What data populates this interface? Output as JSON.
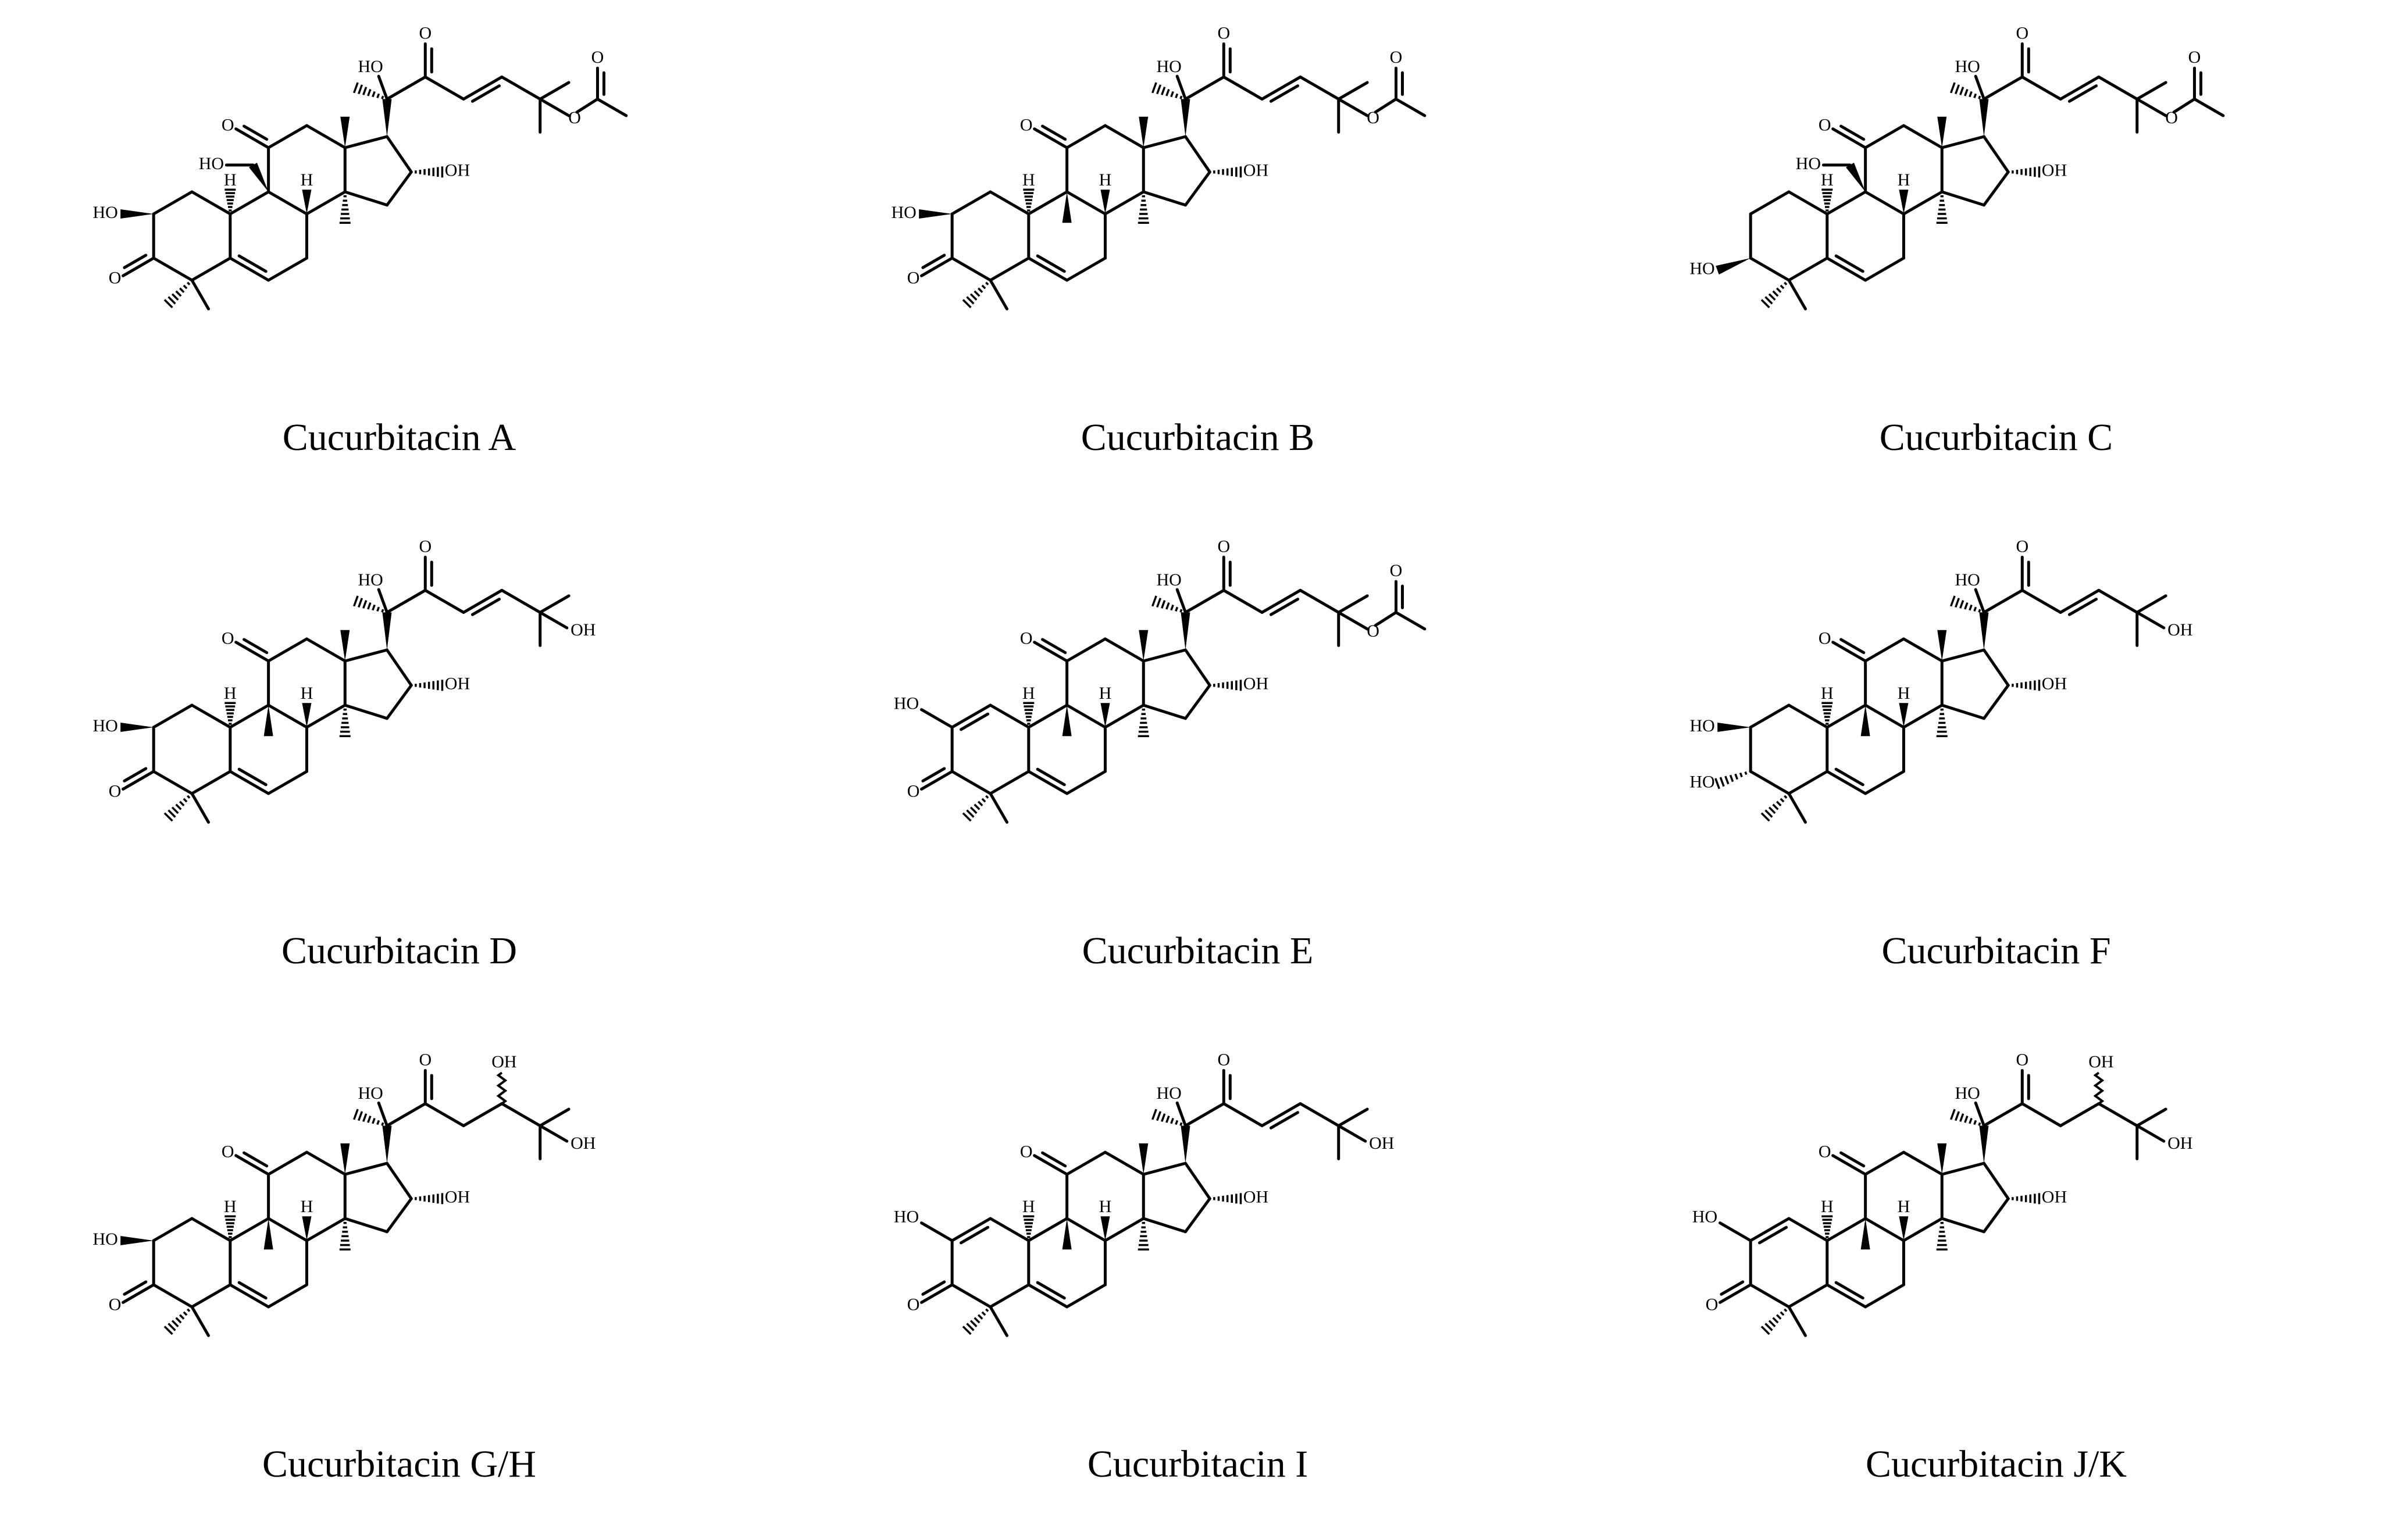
{
  "compounds": [
    {
      "name": "Cucurbitacin A",
      "c1c2": "single",
      "c2": "bOH",
      "c3": "ketone",
      "c9": "CH2OH",
      "c11": "ketone",
      "side": "enone",
      "c25": "OAc"
    },
    {
      "name": "Cucurbitacin B",
      "c1c2": "single",
      "c2": "bOH",
      "c3": "ketone",
      "c9": "Me",
      "c11": "ketone",
      "side": "enone",
      "c25": "OAc"
    },
    {
      "name": "Cucurbitacin C",
      "c1c2": "single",
      "c2": "none",
      "c3": "bOH",
      "c9": "CH2OH",
      "c11": "ketone",
      "side": "enone",
      "c25": "OAc"
    },
    {
      "name": "Cucurbitacin D",
      "c1c2": "single",
      "c2": "bOH",
      "c3": "ketone",
      "c9": "Me",
      "c11": "ketone",
      "side": "enone",
      "c25": "OH"
    },
    {
      "name": "Cucurbitacin E",
      "c1c2": "double",
      "c2": "OH",
      "c3": "ketone",
      "c9": "Me",
      "c11": "ketone",
      "side": "enone",
      "c25": "OAc"
    },
    {
      "name": "Cucurbitacin F",
      "c1c2": "single",
      "c2": "bOH",
      "c3": "aOH",
      "c9": "Me",
      "c11": "ketone",
      "side": "enone",
      "c25": "OH"
    },
    {
      "name": "Cucurbitacin G/H",
      "c1c2": "single",
      "c2": "bOH",
      "c3": "ketone",
      "c9": "Me",
      "c11": "ketone",
      "side": "hydroxy",
      "c25": "OH"
    },
    {
      "name": "Cucurbitacin I",
      "c1c2": "double",
      "c2": "OH",
      "c3": "ketone",
      "c9": "Me",
      "c11": "ketone",
      "side": "enone",
      "c25": "OH"
    },
    {
      "name": "Cucurbitacin J/K",
      "c1c2": "double",
      "c2": "OH",
      "c3": "ketone",
      "c9": "Me",
      "c11": "ketone",
      "side": "hydroxy",
      "c25": "OH"
    }
  ],
  "labels": {
    "OH": "OH",
    "HO": "HO",
    "H": "H",
    "O": "O",
    "HOCH2": "HO"
  }
}
